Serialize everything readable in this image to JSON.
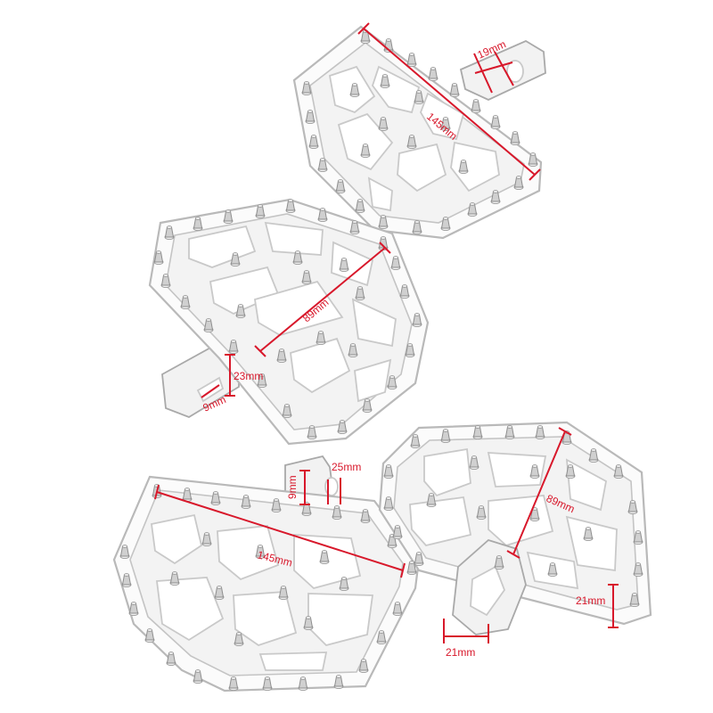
{
  "image": {
    "subject": "four-motorcycle-footpegs-with-dimensions",
    "accent_color": "#d8182b",
    "metal_color": "#c4c4c4",
    "background": "#ffffff"
  },
  "dimensions": {
    "top_width": "145mm",
    "top_pin": "19mm",
    "mid_width": "89mm",
    "mid_pin_height": "23mm",
    "mid_pin_width": "9mm",
    "bottom_left_width": "145mm",
    "bottom_left_pin_height": "9mm",
    "bottom_left_pin_width": "25mm",
    "bottom_right_width": "89mm",
    "bottom_right_pin_height": "21mm",
    "bottom_right_pin_width": "21mm"
  }
}
